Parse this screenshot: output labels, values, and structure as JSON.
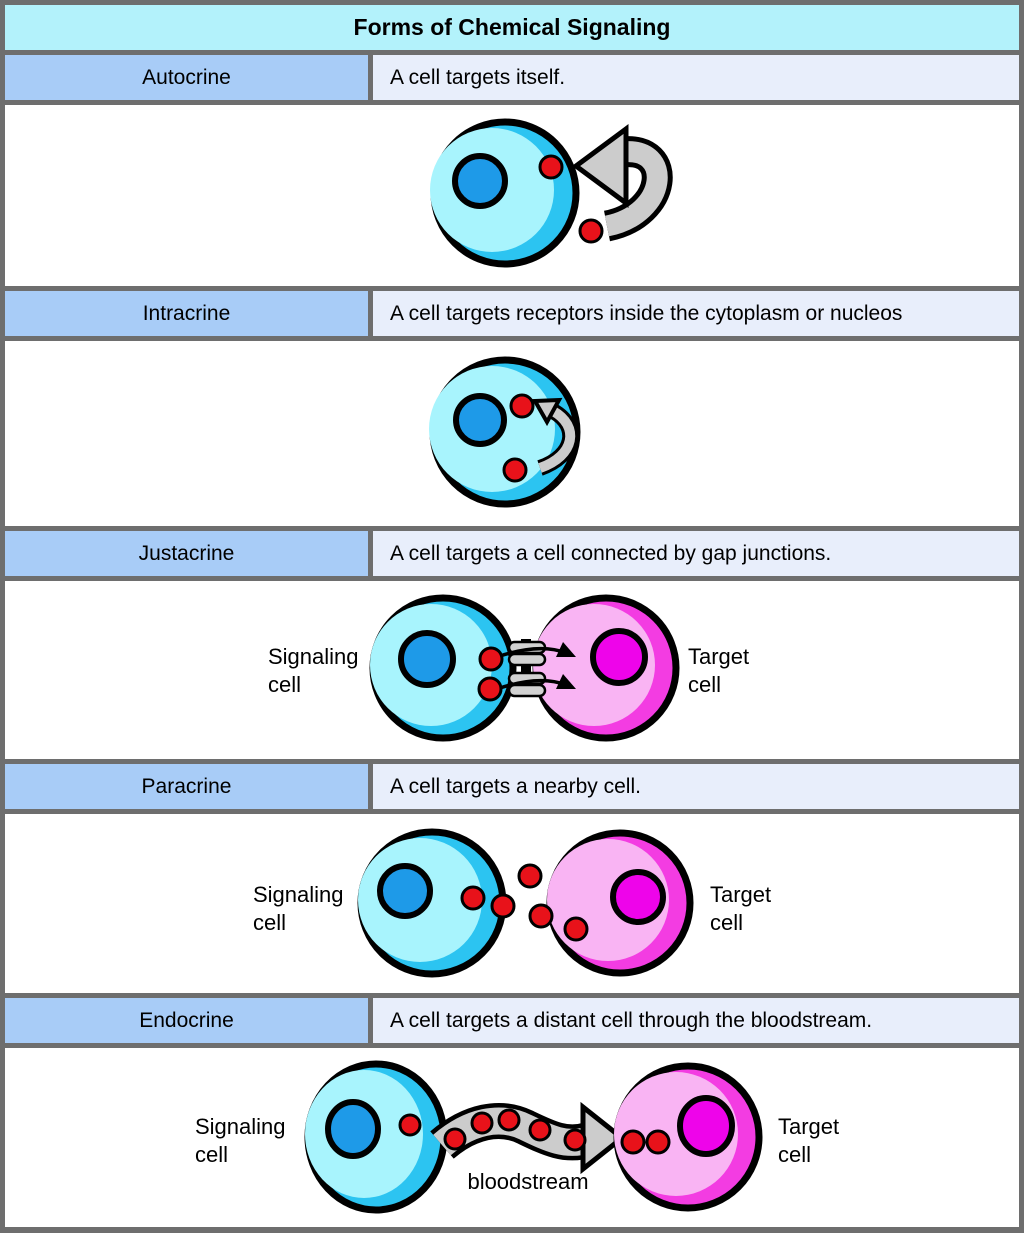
{
  "title": "Forms of Chemical Signaling",
  "rows": [
    {
      "label": "Autocrine",
      "description": "A cell targets itself."
    },
    {
      "label": "Intracrine",
      "description": "A cell targets receptors inside the cytoplasm or nucleos"
    },
    {
      "label": "Justacrine",
      "description": "A cell targets a cell connected by gap junctions."
    },
    {
      "label": "Paracrine",
      "description": "A cell targets a nearby cell."
    },
    {
      "label": "Endocrine",
      "description": "A cell targets a distant cell through the bloodstream."
    }
  ],
  "labels": {
    "signaling": [
      "Signaling",
      "cell"
    ],
    "target": [
      "Target",
      "cell"
    ],
    "bloodstream": "bloodstream"
  },
  "colors": {
    "border_gray": "#6e6e6e",
    "title_bg": "#b3f2fb",
    "label_bg": "#a8ccf7",
    "desc_bg": "#e8eefb",
    "cell_cyan": "#a8f4fd",
    "cell_cyan_dark": "#2cc4f1",
    "nucleus_blue": "#1e9ae8",
    "cell_pink": "#f9b4f3",
    "cell_pink_dark": "#f33ce2",
    "nucleus_magenta": "#ee04ea",
    "dot_red": "#e8121a",
    "arrow_gray": "#cccccc",
    "junction_gray": "#d2d2d2"
  }
}
